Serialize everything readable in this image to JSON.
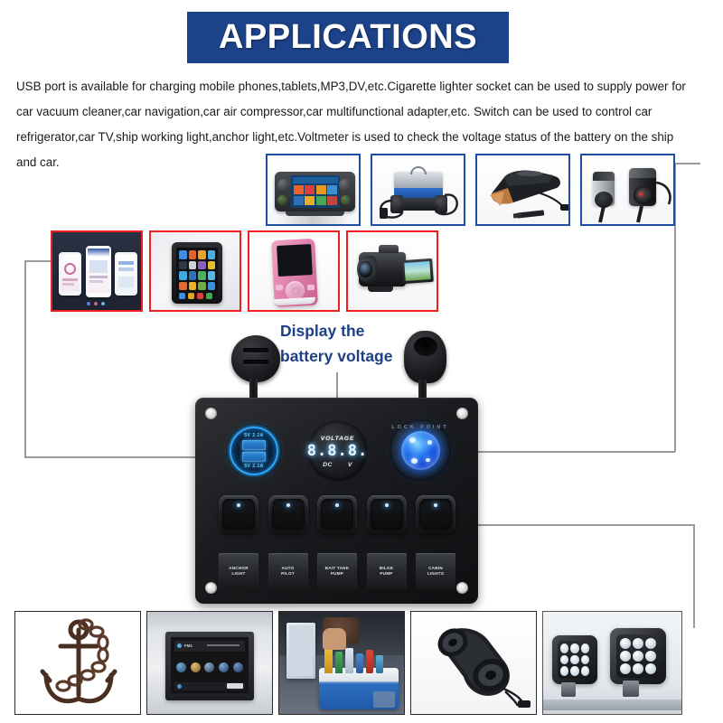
{
  "banner": {
    "title": "APPLICATIONS",
    "bg_color": "#1c4289",
    "text_color": "#ffffff"
  },
  "description": "USB port is available for charging mobile phones,tablets,MP3,DV,etc.Cigarette lighter socket can be used to supply power for car vacuum cleaner,car navigation,car air compressor,car multifunctional adapter,etc. Switch can be used to control car refrigerator,car TV,ship working light,anchor light,etc.Voltmeter is used to check the voltage status of the battery on the ship and car.",
  "callout": {
    "line1": "Display the",
    "line2": "battery voltage",
    "color": "#1c3f86"
  },
  "image_rows": {
    "top_row": {
      "border_color": "#1f4ea1",
      "items": [
        {
          "name": "car-navigation-stereo"
        },
        {
          "name": "car-air-compressor"
        },
        {
          "name": "car-vacuum-cleaner"
        },
        {
          "name": "cigarette-lighter-splitter"
        }
      ]
    },
    "middle_row": {
      "border_color": "#f01f1f",
      "items": [
        {
          "name": "mobile-phones"
        },
        {
          "name": "tablet"
        },
        {
          "name": "mp3-player"
        },
        {
          "name": "camcorder-dv"
        }
      ]
    },
    "bottom_row": {
      "border_color": "#2b2b2b",
      "items": [
        {
          "name": "ship-anchor"
        },
        {
          "name": "car-tv-headrest-monitor"
        },
        {
          "name": "car-refrigerator-cooler"
        },
        {
          "name": "marine-speakers"
        },
        {
          "name": "led-work-lights"
        }
      ]
    }
  },
  "panel": {
    "usb_socket": {
      "rating_top": "5V   2.1A",
      "rating_bottom": "5V   2.1A",
      "led_color": "#2aa8ff"
    },
    "voltmeter": {
      "label": "VOLTAGE",
      "display": "8.8.8.",
      "unit_left": "DC",
      "unit_right": "V",
      "digit_color": "#eaf6ff"
    },
    "cigarette_socket": {
      "ring_text": "LOCK    POINT",
      "led_color": "#1f6ef0"
    },
    "switches": [
      {
        "label_line1": "ANCHOR",
        "label_line2": "LIGHT"
      },
      {
        "label_line1": "AUTO",
        "label_line2": "PILOT"
      },
      {
        "label_line1": "BAIT TANK",
        "label_line2": "PUMP"
      },
      {
        "label_line1": "BILGE",
        "label_line2": "PUMP"
      },
      {
        "label_line1": "CABIN",
        "label_line2": "LIGHTS"
      }
    ]
  }
}
